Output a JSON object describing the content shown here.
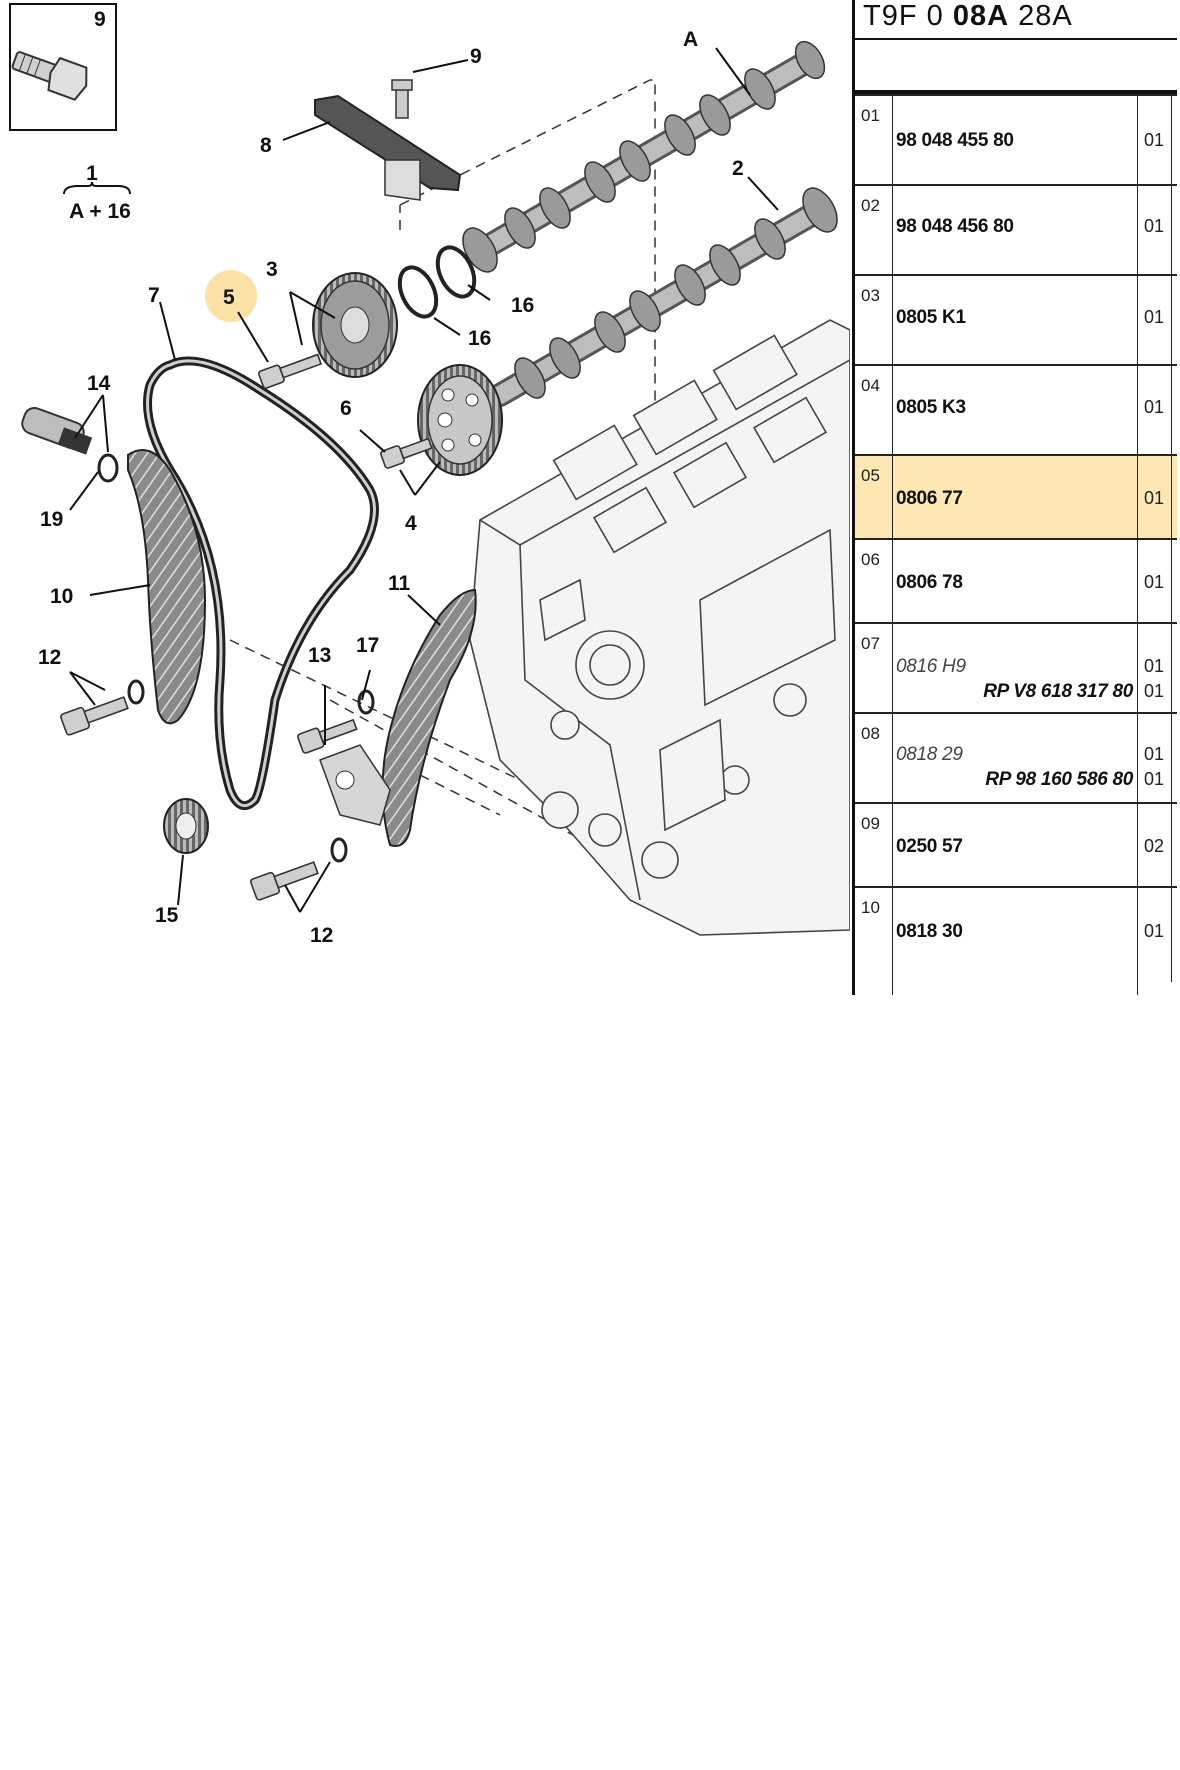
{
  "diagram": {
    "inset_label": "9",
    "group_label": "1",
    "group_formula": "A + 16",
    "callouts": {
      "A": "A",
      "c2": "2",
      "c3": "3",
      "c4": "4",
      "c5": "5",
      "c6": "6",
      "c7": "7",
      "c8": "8",
      "c9": "9",
      "c10": "10",
      "c11": "11",
      "c12a": "12",
      "c12b": "12",
      "c13": "13",
      "c14": "14",
      "c15": "15",
      "c16a": "16",
      "c16b": "16",
      "c17": "17",
      "c19": "19"
    },
    "highlight_color": "#fde2a6"
  },
  "panel": {
    "code_prefix": "T9F 0 ",
    "code_bold": "08A",
    "code_suffix": " 28A",
    "highlight_color": "#fde7b3",
    "rows": [
      {
        "idx": "01",
        "part": "98 048 455 80",
        "qty": "01"
      },
      {
        "idx": "02",
        "part": "98 048 456 80",
        "qty": "01"
      },
      {
        "idx": "03",
        "part": "0805 K1",
        "qty": "01"
      },
      {
        "idx": "04",
        "part": "0805 K3",
        "qty": "01"
      },
      {
        "idx": "05",
        "part": "0806 77",
        "qty": "01"
      },
      {
        "idx": "06",
        "part": "0806 78",
        "qty": "01"
      },
      {
        "idx": "07",
        "part": "0816 H9",
        "qty": "01",
        "rp": "RP V8 618 317 80",
        "rp_qty": "01"
      },
      {
        "idx": "08",
        "part": "0818 29",
        "qty": "01",
        "rp": "RP 98 160 586 80",
        "rp_qty": "01"
      },
      {
        "idx": "09",
        "part": "0250 57",
        "qty": "02"
      },
      {
        "idx": "10",
        "part": "0818 30",
        "qty": "01"
      }
    ]
  }
}
